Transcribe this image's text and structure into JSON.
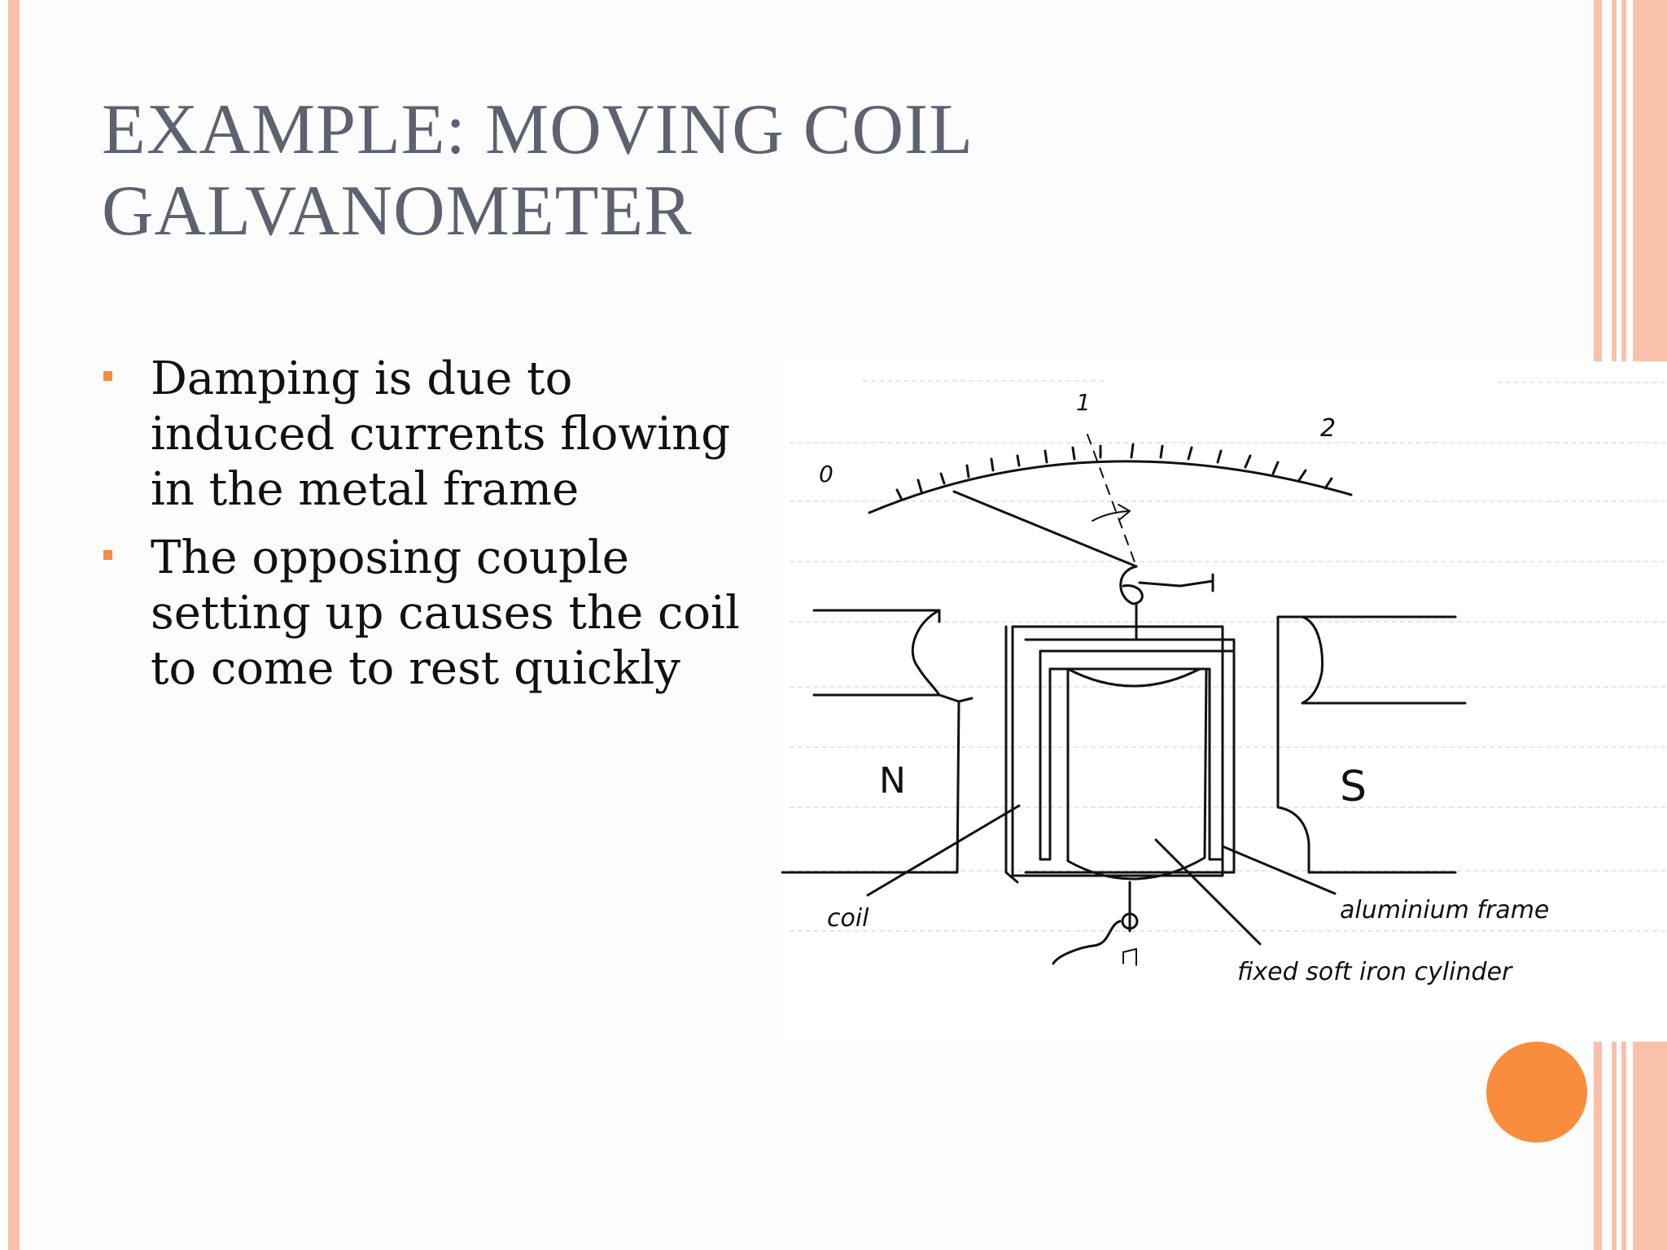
{
  "slide": {
    "title_line1": "EXAMPLE: MOVING COIL",
    "title_line2": "GALVANOMETER",
    "bullets": [
      "Damping is due to induced currents flowing in the metal frame",
      "The opposing couple setting up causes the coil to come to rest quickly"
    ],
    "colors": {
      "title": "#5c6270",
      "bullet_marker": "#f58a45",
      "stripe": "#f9c0ab",
      "accent_dot": "#f98c3d"
    }
  },
  "diagram": {
    "scale_labels": [
      "0",
      "1",
      "2"
    ],
    "pole_labels": [
      "N",
      "S"
    ],
    "part_labels": {
      "coil": "coil",
      "aluminium_frame": "aluminium frame",
      "fixed_soft_iron_cylinder": "fixed soft iron cylinder"
    }
  }
}
